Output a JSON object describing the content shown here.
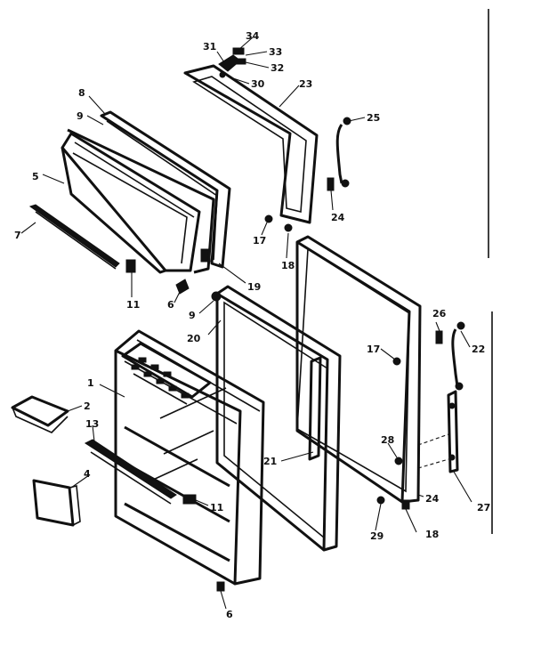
{
  "callouts": [
    {
      "id": "c1",
      "text": "1"
    },
    {
      "id": "c2",
      "text": "2"
    },
    {
      "id": "c4",
      "text": "4"
    },
    {
      "id": "c5",
      "text": "5"
    },
    {
      "id": "c6a",
      "text": "6"
    },
    {
      "id": "c6b",
      "text": "6"
    },
    {
      "id": "c7",
      "text": "7"
    },
    {
      "id": "c8",
      "text": "8"
    },
    {
      "id": "c9a",
      "text": "9"
    },
    {
      "id": "c9b",
      "text": "9"
    },
    {
      "id": "c11a",
      "text": "11"
    },
    {
      "id": "c11b",
      "text": "11"
    },
    {
      "id": "c13",
      "text": "13"
    },
    {
      "id": "c17a",
      "text": "17"
    },
    {
      "id": "c17b",
      "text": "17"
    },
    {
      "id": "c18a",
      "text": "18"
    },
    {
      "id": "c18b",
      "text": "18"
    },
    {
      "id": "c19",
      "text": "19"
    },
    {
      "id": "c20",
      "text": "20"
    },
    {
      "id": "c21",
      "text": "21"
    },
    {
      "id": "c22",
      "text": "22"
    },
    {
      "id": "c23",
      "text": "23"
    },
    {
      "id": "c24a",
      "text": "24"
    },
    {
      "id": "c24b",
      "text": "24"
    },
    {
      "id": "c25",
      "text": "25"
    },
    {
      "id": "c26a",
      "text": "26"
    },
    {
      "id": "c26b",
      "text": "26"
    },
    {
      "id": "c27",
      "text": "27"
    },
    {
      "id": "c28",
      "text": "28"
    },
    {
      "id": "c29",
      "text": "29"
    },
    {
      "id": "c30",
      "text": "30"
    },
    {
      "id": "c31",
      "text": "31"
    },
    {
      "id": "c32",
      "text": "32"
    },
    {
      "id": "c33",
      "text": "33"
    },
    {
      "id": "c34",
      "text": "34"
    }
  ]
}
